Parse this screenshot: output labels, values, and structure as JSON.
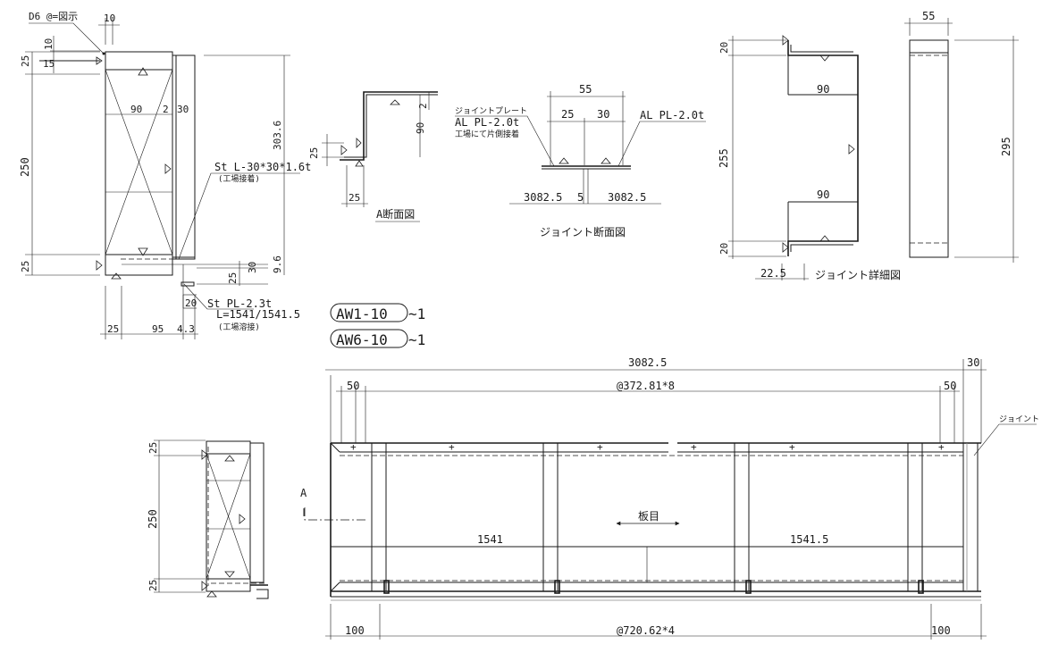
{
  "labels": {
    "d6": "D6 @=図示",
    "st_l": "St L-30*30*1.6t",
    "st_l_note": "(工場接着)",
    "st_pl": "St PL-2.3t",
    "st_pl_len": "L=1541/1541.5",
    "st_pl_note": "(工場溶接)",
    "a_section": "A断面図",
    "joint_plate": "ジョイントプレート",
    "al_pl_a": "AL PL-2.0t",
    "al_pl_b": "AL PL-2.0t",
    "joint_plate_note": "工場にて片側接着",
    "joint_section": "ジョイント断面図",
    "joint_detail": "ジョイント詳細図",
    "aw1": "AW1-10",
    "aw6": "AW6-10",
    "aw_suffix": "~1",
    "plate_grain": "板目",
    "joint": "ジョイント",
    "section_mark": "A",
    "section_tick": "ー"
  },
  "dims": {
    "d10": "10",
    "d10b": "10",
    "d15": "15",
    "d25a": "25",
    "d250a": "250",
    "d25b": "25",
    "d90a": "90",
    "d2a": "2",
    "d30a": "30",
    "d303_6": "303.6",
    "d25c": "25",
    "d30b": "30",
    "d9_6": "9.6",
    "d20a": "20",
    "d25d": "25",
    "d95": "95",
    "d4_3": "4.3",
    "a_d2": "2",
    "a_d90": "90",
    "a_d25": "25",
    "a_d25b": "25",
    "j_d55": "55",
    "j_d25": "25",
    "j_d30": "30",
    "j_d3082a": "3082.5",
    "j_d5": "5",
    "j_d3082b": "3082.5",
    "jd_d55": "55",
    "jd_d20a": "20",
    "jd_d90a": "90",
    "jd_d255": "255",
    "jd_d90b": "90",
    "jd_d20b": "20",
    "jd_d22_5": "22.5",
    "jd_d295": "295",
    "e_d3082": "3082.5",
    "e_d30": "30",
    "e_d50a": "50",
    "e_pitch_top": "@372.81*8",
    "e_d50b": "50",
    "e_d1541": "1541",
    "e_d1541_5": "1541.5",
    "e_d100a": "100",
    "e_pitch_bot": "@720.62*4",
    "e_d100b": "100",
    "s_d25a": "25",
    "s_d250": "250",
    "s_d25b": "25"
  }
}
